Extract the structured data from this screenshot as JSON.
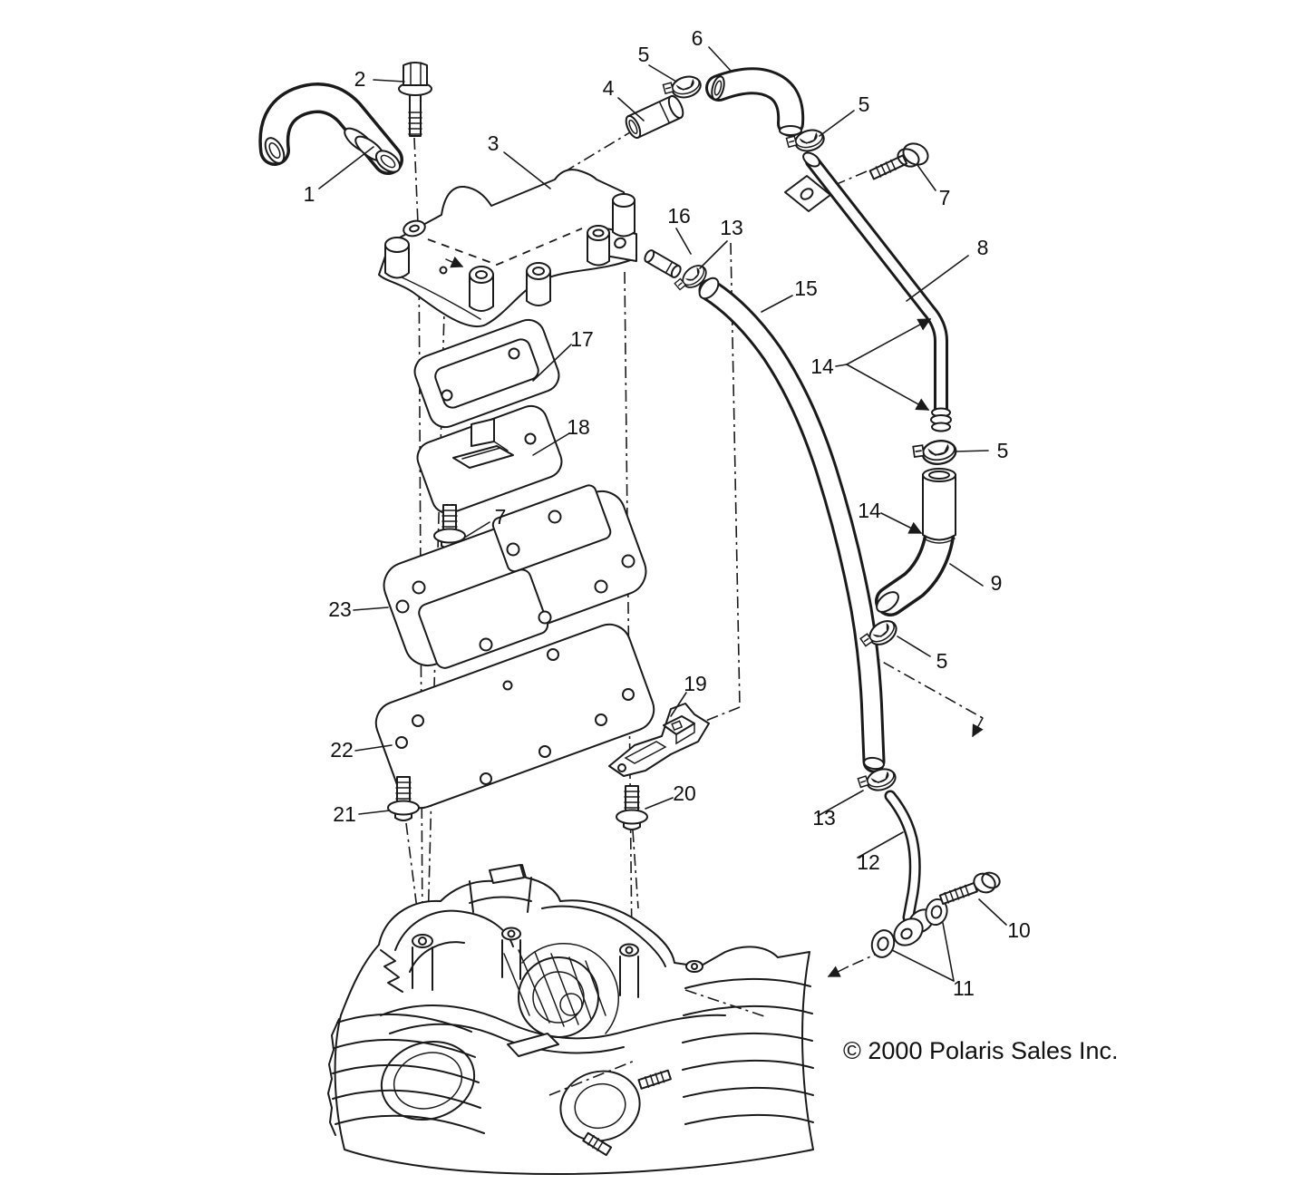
{
  "figure": {
    "copyright": "© 2000 Polaris Sales Inc.",
    "callouts": {
      "n1": "1",
      "n2": "2",
      "n3": "3",
      "n4": "4",
      "n5a": "5",
      "n5b": "5",
      "n5c": "5",
      "n5d": "5",
      "n6": "6",
      "n7a": "7",
      "n7b": "7",
      "n8": "8",
      "n9": "9",
      "n10": "10",
      "n11": "11",
      "n12": "12",
      "n13a": "13",
      "n13b": "13",
      "n14a": "14",
      "n14b": "14",
      "n15": "15",
      "n16": "16",
      "n17": "17",
      "n18": "18",
      "n19": "19",
      "n20": "20",
      "n21": "21",
      "n22": "22",
      "n23": "23"
    }
  }
}
